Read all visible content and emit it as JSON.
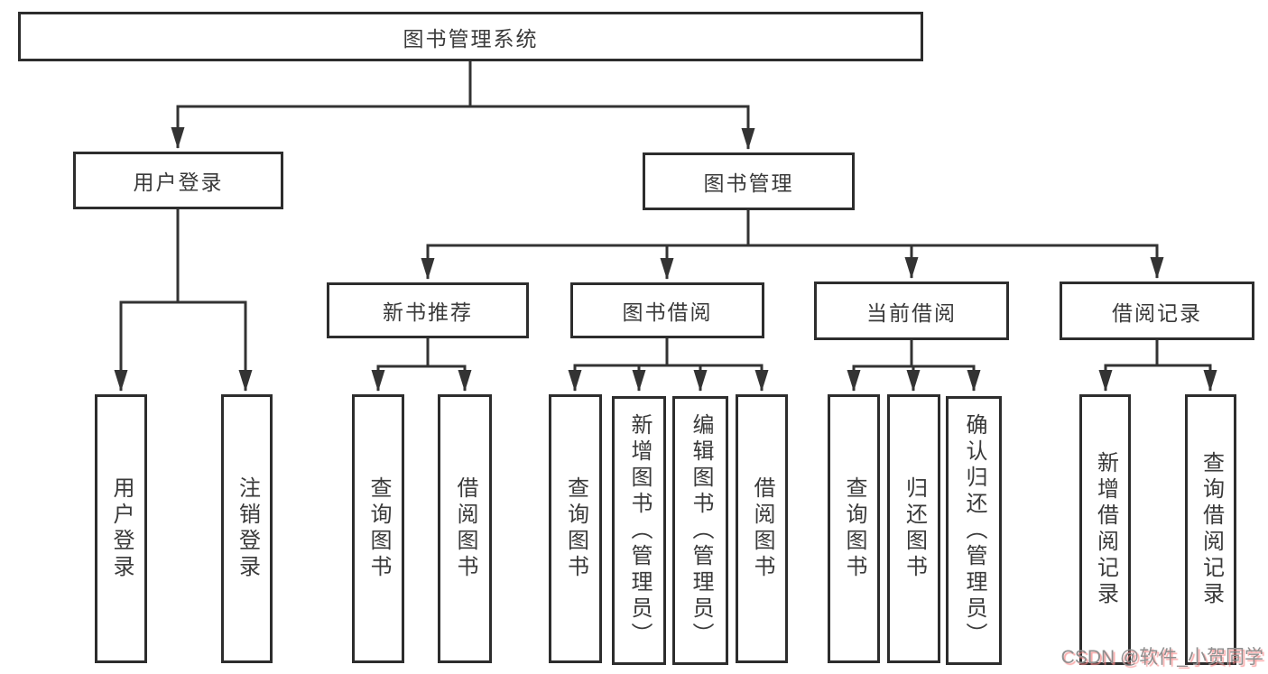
{
  "tree": {
    "root": "图书管理系统",
    "user_login": {
      "label": "用户登录",
      "children": {
        "login": "用户登录",
        "logout": "注销登录"
      }
    },
    "book_mgmt": {
      "label": "图书管理",
      "new_book_rec": {
        "label": "新书推荐",
        "children": {
          "query": "查询图书",
          "borrow": "借阅图书"
        }
      },
      "book_borrow": {
        "label": "图书借阅",
        "children": {
          "query": "查询图书",
          "add": "新增图书（管理员）",
          "edit": "编辑图书（管理员）",
          "borrow": "借阅图书"
        }
      },
      "current_borrow": {
        "label": "当前借阅",
        "children": {
          "query": "查询图书",
          "return": "归还图书",
          "confirm": "确认归还（管理员）"
        }
      },
      "borrow_records": {
        "label": "借阅记录",
        "children": {
          "add": "新增借阅记录",
          "query": "查询借阅记录"
        }
      }
    }
  },
  "watermark": "CSDN @软件_小贺同学",
  "colors": {
    "line": "#333333",
    "border": "#2d2d2d"
  }
}
